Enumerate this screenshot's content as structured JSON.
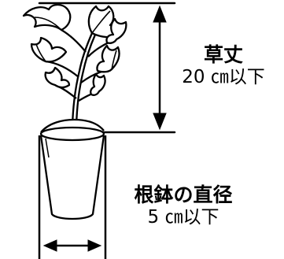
{
  "height_label": {
    "title": "草丈",
    "value": "20 ㎝以下"
  },
  "diameter_label": {
    "title": "根鉢の直径",
    "value": "5 ㎝以下"
  }
}
